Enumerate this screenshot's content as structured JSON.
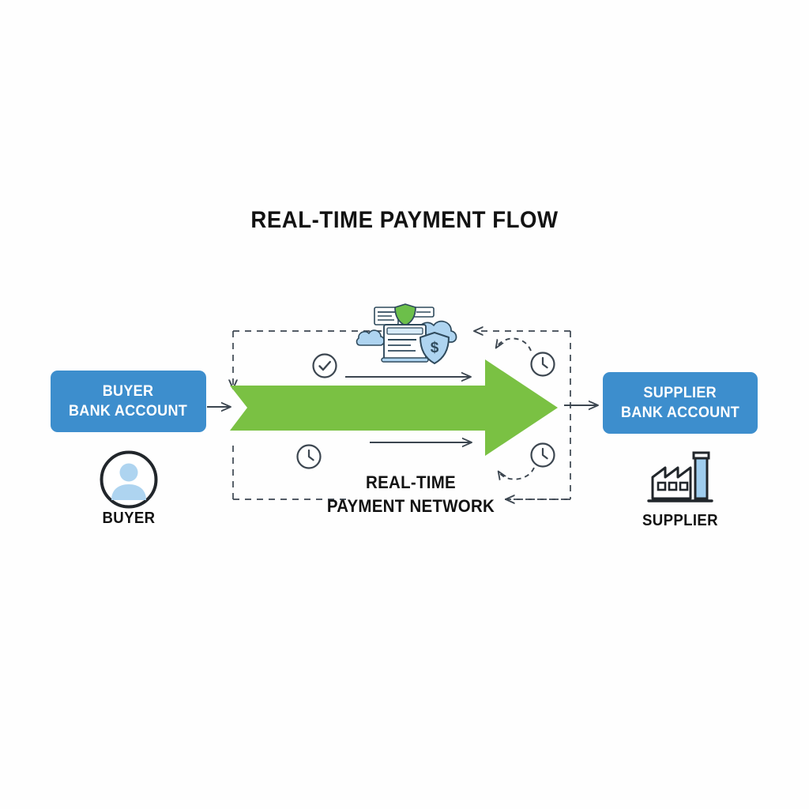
{
  "diagram": {
    "title": "REAL-TIME PAYMENT FLOW",
    "background_color": "#fefefe",
    "accent_blue": "#3d8ecd",
    "accent_green": "#7ac143",
    "line_color": "#3c4650",
    "type": "flow-diagram"
  },
  "left_entity": {
    "box_line1": "BUYER",
    "box_line2": "BANK ACCOUNT",
    "caption": "BUYER",
    "icon": "person-avatar-icon",
    "box_color": "#3d8ecd"
  },
  "right_entity": {
    "box_line1": "SUPPLIER",
    "box_line2": "BANK ACCOUNT",
    "caption": "SUPPLIER",
    "icon": "factory-icon",
    "box_color": "#3d8ecd"
  },
  "center": {
    "network_line1": "REAL-TIME",
    "network_line2": "PAYMENT NETWORK",
    "flow_arrow_color": "#7ac143",
    "flow_arrow_direction": "left-to-right",
    "icons": [
      "cloud-icon",
      "document-icon",
      "green-shield-icon",
      "dollar-shield-icon",
      "check-circle-icon",
      "clock-icon",
      "clock-icon",
      "clock-icon"
    ],
    "boundary": "dashed-rectangle"
  },
  "connectors": {
    "buyer_to_network": "arrow-right",
    "network_to_supplier": "arrow-right",
    "return_top": "dashed-arrow-left",
    "return_bottom": "dashed-arrow-left",
    "entry_left": "dashed-arrow-down"
  }
}
